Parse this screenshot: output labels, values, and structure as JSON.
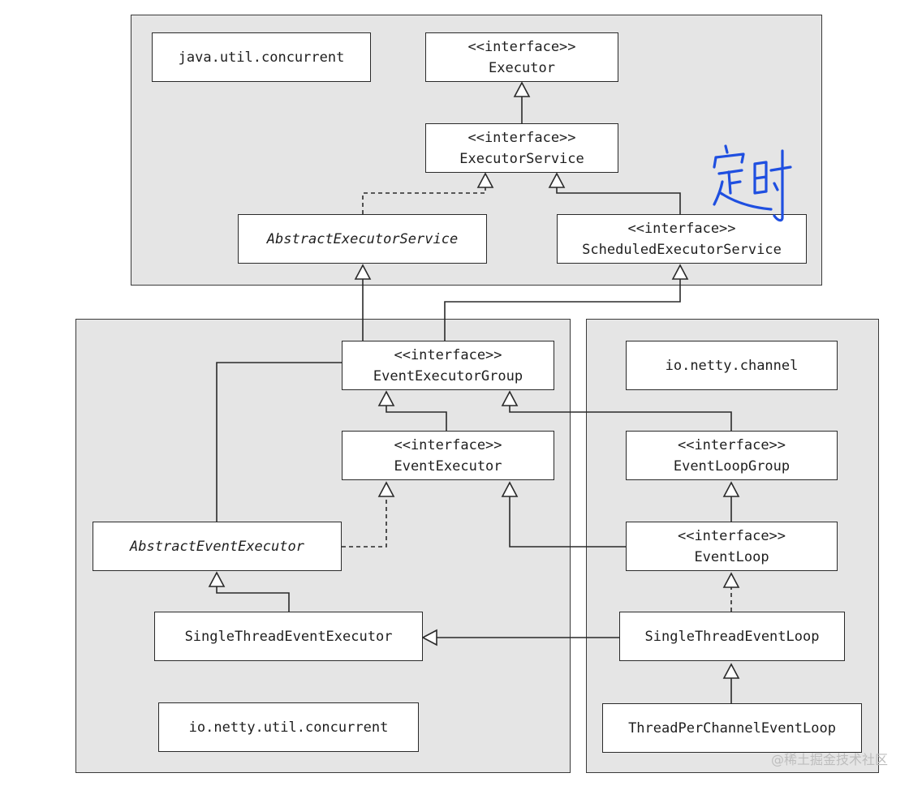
{
  "stereotype": "<<interface>>",
  "packages": {
    "java_util_concurrent": "java.util.concurrent",
    "io_netty_util_concurrent": "io.netty.util.concurrent",
    "io_netty_channel": "io.netty.channel"
  },
  "classes": {
    "executor": "Executor",
    "executor_service": "ExecutorService",
    "abstract_executor_service": "AbstractExecutorService",
    "scheduled_executor_service": "ScheduledExecutorService",
    "event_executor_group": "EventExecutorGroup",
    "event_executor": "EventExecutor",
    "abstract_event_executor": "AbstractEventExecutor",
    "single_thread_event_executor": "SingleThreadEventExecutor",
    "event_loop_group": "EventLoopGroup",
    "event_loop": "EventLoop",
    "single_thread_event_loop": "SingleThreadEventLoop",
    "thread_per_channel_event_loop": "ThreadPerChannelEventLoop"
  },
  "annotation": "定时",
  "watermark": "@稀土掘金技术社区",
  "colors": {
    "package_fill": "#e5e5e5",
    "line": "#2a2a2a",
    "handwriting": "#1f4fe0",
    "watermark": "#bdbdbd"
  }
}
